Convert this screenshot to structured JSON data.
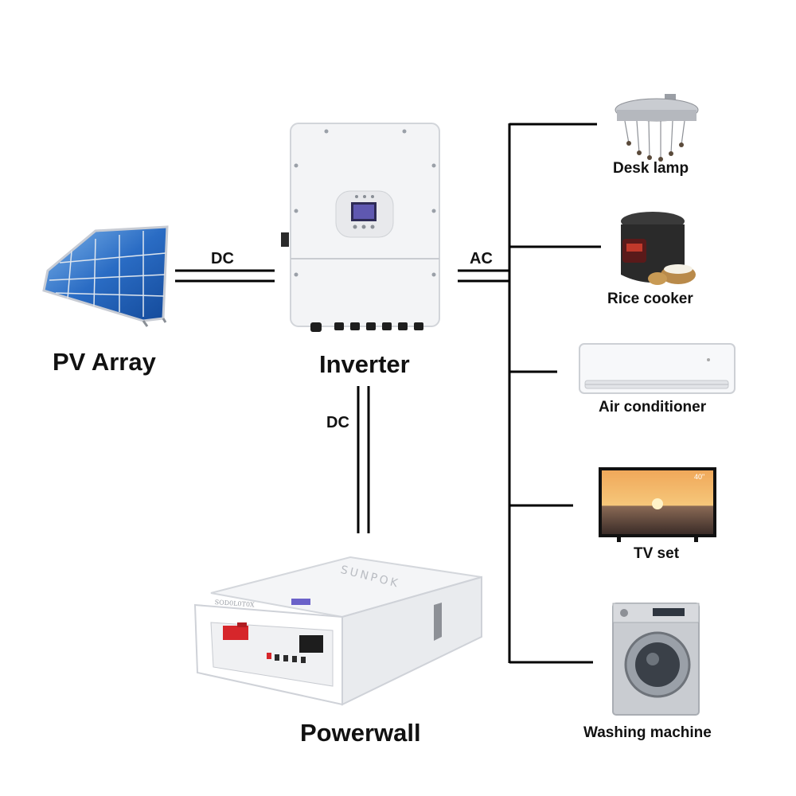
{
  "nodes": {
    "pv_array": {
      "label": "PV Array"
    },
    "inverter": {
      "label": "Inverter"
    },
    "powerwall": {
      "label": "Powerwall",
      "brand": "SUNPOK",
      "model_text": "SOD0L0T0X"
    },
    "loads": [
      {
        "label": "Desk lamp"
      },
      {
        "label": "Rice cooker"
      },
      {
        "label": "Air conditioner"
      },
      {
        "label": "TV set",
        "screen_text": "40\""
      },
      {
        "label": "Washing machine"
      }
    ]
  },
  "connections": {
    "pv_to_inverter": "DC",
    "inverter_to_loads": "AC",
    "inverter_to_powerwall": "DC"
  }
}
